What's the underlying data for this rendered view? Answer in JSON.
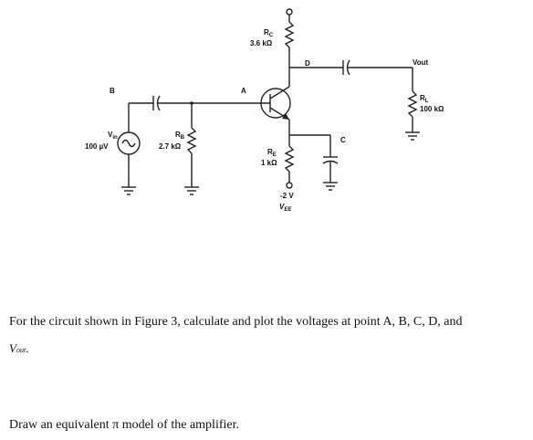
{
  "circuit": {
    "rc": {
      "name": "R",
      "sub": "C",
      "value": "3.6 kΩ"
    },
    "rb": {
      "name": "R",
      "sub": "B",
      "value": "2.7 kΩ"
    },
    "re": {
      "name": "R",
      "sub": "E",
      "value": "1 kΩ"
    },
    "rl": {
      "name": "R",
      "sub": "L",
      "value": "100 kΩ"
    },
    "vin": {
      "name": "V",
      "sub": "in",
      "value": "100 µV"
    },
    "vee": {
      "value": "-2 V",
      "name": "V",
      "sub": "EE"
    },
    "vout_label": "Vout",
    "nodes": {
      "a": "A",
      "b": "B",
      "c": "C",
      "d": "D"
    }
  },
  "question": {
    "line1": "For the circuit shown in Figure 3, calculate and plot the voltages at point A, B, C, D, and",
    "line2_main": "V",
    "line2_sub": "out",
    "line2_tail": "."
  },
  "instruction": "Draw an equivalent π model of the amplifier."
}
